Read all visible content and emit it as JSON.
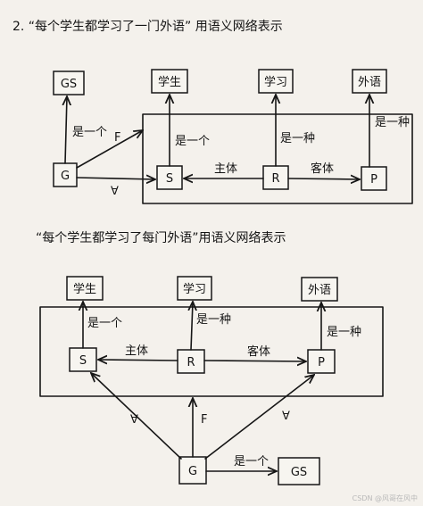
{
  "title_1": "2. “每个学生都学习了一门外语” 用语义网络表示",
  "title_2": "“每个学生都学习了每门外语”用语义网络表示",
  "diagram1": {
    "nodes": {
      "GS": "GS",
      "student": "学生",
      "learning": "学习",
      "foreign": "外语",
      "G": "G",
      "S": "S",
      "R": "R",
      "P": "P"
    },
    "edges": {
      "G_GS": "是一个",
      "G_F": "F",
      "S_student": "是一个",
      "R_learning": "是一种",
      "P_foreign": "是一种",
      "R_S": "主体",
      "R_P": "客体",
      "G_S": "∀"
    }
  },
  "diagram2": {
    "nodes": {
      "student": "学生",
      "learning": "学习",
      "foreign": "外语",
      "S": "S",
      "R": "R",
      "P": "P",
      "G": "G",
      "GS": "GS"
    },
    "edges": {
      "S_student": "是一个",
      "R_learning": "是一种",
      "P_foreign": "是一种",
      "R_S": "主体",
      "R_P": "客体",
      "G_S": "∀",
      "G_R": "F",
      "G_P": "∀",
      "G_GS": "是一个"
    }
  },
  "watermark": "CSDN @风哥在风中"
}
